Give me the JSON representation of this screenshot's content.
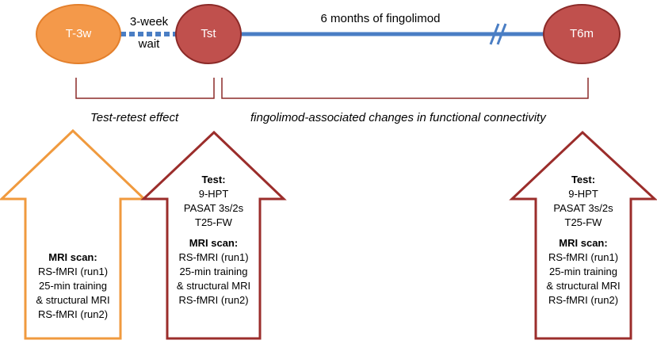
{
  "timeline": {
    "nodes": [
      {
        "label": "T-3w",
        "color": "#f4994a",
        "stroke": "#e37f2b"
      },
      {
        "label": "Tst",
        "color": "#c0504d",
        "stroke": "#8b2a28"
      },
      {
        "label": "T6m",
        "color": "#c0504d",
        "stroke": "#8b2a28"
      }
    ],
    "wait_label_line1": "3-week",
    "wait_label_line2": "wait",
    "treatment_label": "6 months of fingolimod",
    "line_color": "#4a7ec4"
  },
  "brackets": {
    "left_label": "Test-retest effect",
    "right_label": "fingolimod-associated changes in functional connectivity",
    "color": "#8b2a28"
  },
  "boxes": [
    {
      "stroke": "#f09a3e",
      "test_head": "",
      "test_lines": [],
      "mri_head": "MRI scan:",
      "mri_lines": [
        "RS-fMRI (run1)",
        "25-min training",
        "& structural MRI",
        "RS-fMRI (run2)"
      ]
    },
    {
      "stroke": "#9b2d2b",
      "test_head": "Test:",
      "test_lines": [
        "9-HPT",
        "PASAT 3s/2s",
        "T25-FW"
      ],
      "mri_head": "MRI scan:",
      "mri_lines": [
        "RS-fMRI (run1)",
        "25-min training",
        "& structural MRI",
        "RS-fMRI (run2)"
      ]
    },
    {
      "stroke": "#9b2d2b",
      "test_head": "Test:",
      "test_lines": [
        "9-HPT",
        "PASAT 3s/2s",
        "T25-FW"
      ],
      "mri_head": "MRI scan:",
      "mri_lines": [
        "RS-fMRI (run1)",
        "25-min training",
        "& structural MRI",
        "RS-fMRI (run2)"
      ]
    }
  ]
}
